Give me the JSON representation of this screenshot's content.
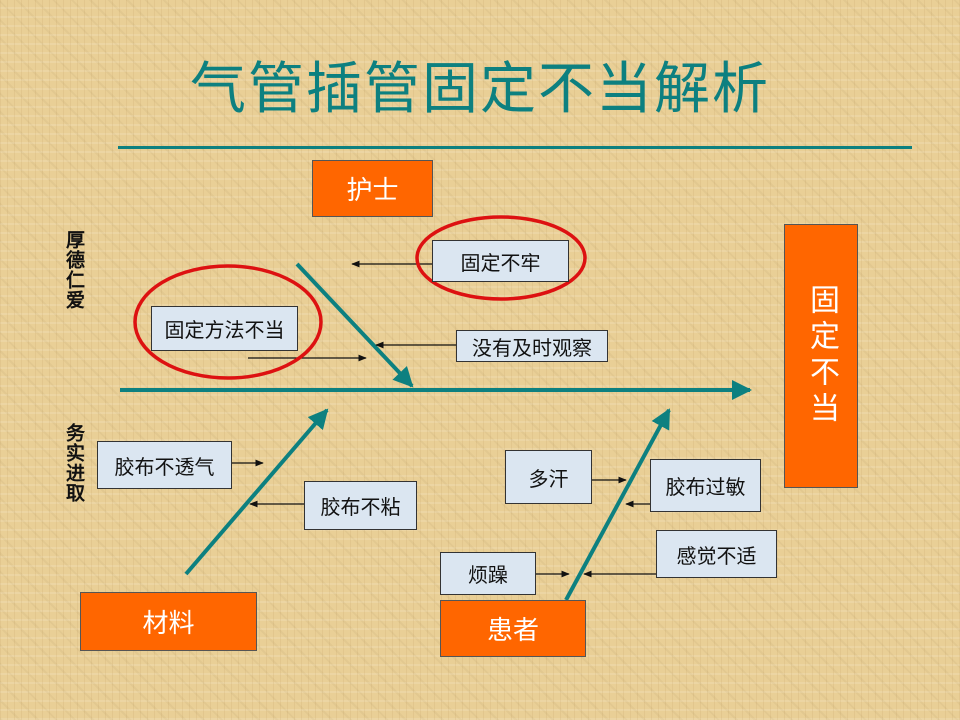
{
  "title": "气管插管固定不当解析",
  "effect": "固定不当",
  "categories": {
    "nurse": "护士",
    "material": "材料",
    "patient": "患者"
  },
  "causes": {
    "not_secure": "固定不牢",
    "improper_method": "固定方法不当",
    "no_timely_observation": "没有及时观察",
    "tape_not_breathable": "胶布不透气",
    "tape_not_sticky": "胶布不粘",
    "sweating": "多汗",
    "tape_allergy": "胶布过敏",
    "restless": "烦躁",
    "discomfort": "感觉不适"
  },
  "side_labels": {
    "upper": "厚德仁爱",
    "lower": "务实进取"
  },
  "colors": {
    "title": "#0d8080",
    "category_fill": "#ff6600",
    "cause_fill": "#dbe6f1",
    "bone": "#0d8080",
    "highlight_circle": "#dd1111"
  }
}
